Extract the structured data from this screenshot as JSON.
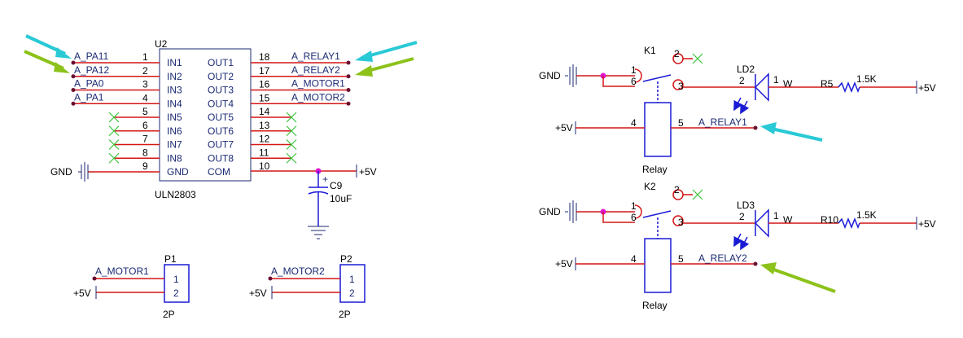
{
  "colors": {
    "wire": "#d41616",
    "component": "#1a1ad6",
    "net_label": "#1b2a73",
    "no_connect": "#3cc23c",
    "arrow_cyan": "#29c9d6",
    "arrow_green": "#8cc21a",
    "junction": "#e015d0"
  },
  "u2": {
    "ref": "U2",
    "value": "ULN2803",
    "left_nets": [
      "A_PA11",
      "A_PA12",
      "A_PA0",
      "A_PA1"
    ],
    "left_pin_nums": [
      "1",
      "2",
      "3",
      "4",
      "5",
      "6",
      "7",
      "8",
      "9"
    ],
    "left_pin_names": [
      "IN1",
      "IN2",
      "IN3",
      "IN4",
      "IN5",
      "IN6",
      "IN7",
      "IN8",
      "GND"
    ],
    "right_pin_nums": [
      "18",
      "17",
      "16",
      "15",
      "14",
      "13",
      "12",
      "11",
      "10"
    ],
    "right_pin_names": [
      "OUT1",
      "OUT2",
      "OUT3",
      "OUT4",
      "OUT5",
      "OUT6",
      "OUT7",
      "OUT8",
      "COM"
    ],
    "right_nets": [
      "A_RELAY1",
      "A_RELAY2",
      "A_MOTOR1",
      "A_MOTOR2"
    ],
    "gnd_label": "GND",
    "vcc_label": "+5V"
  },
  "c9": {
    "ref": "C9",
    "value": "10uF",
    "polarity": "+"
  },
  "p1": {
    "ref": "P1",
    "net": "A_MOTOR1",
    "pins": [
      "1",
      "2"
    ],
    "vcc": "+5V",
    "value": "2P"
  },
  "p2": {
    "ref": "P2",
    "net": "A_MOTOR2",
    "pins": [
      "1",
      "2"
    ],
    "vcc": "+5V",
    "value": "2P"
  },
  "k1": {
    "ref": "K1",
    "value": "Relay",
    "gnd": "GND",
    "vcc": "+5V",
    "pins": [
      "1",
      "2",
      "3",
      "4",
      "5",
      "6"
    ],
    "led_ref": "LD2",
    "led_pin_a": "2",
    "led_pin_k": "1",
    "w_label": "W",
    "res_ref": "R5",
    "res_value": "1.5K",
    "res_vcc": "+5V",
    "net": "A_RELAY1"
  },
  "k2": {
    "ref": "K2",
    "value": "Relay",
    "gnd": "GND",
    "vcc": "+5V",
    "pins": [
      "1",
      "2",
      "3",
      "4",
      "5",
      "6"
    ],
    "led_ref": "LD3",
    "led_pin_a": "2",
    "led_pin_k": "1",
    "w_label": "W",
    "res_ref": "R10",
    "res_value": "1.5K",
    "res_vcc": "+5V",
    "net": "A_RELAY2"
  }
}
